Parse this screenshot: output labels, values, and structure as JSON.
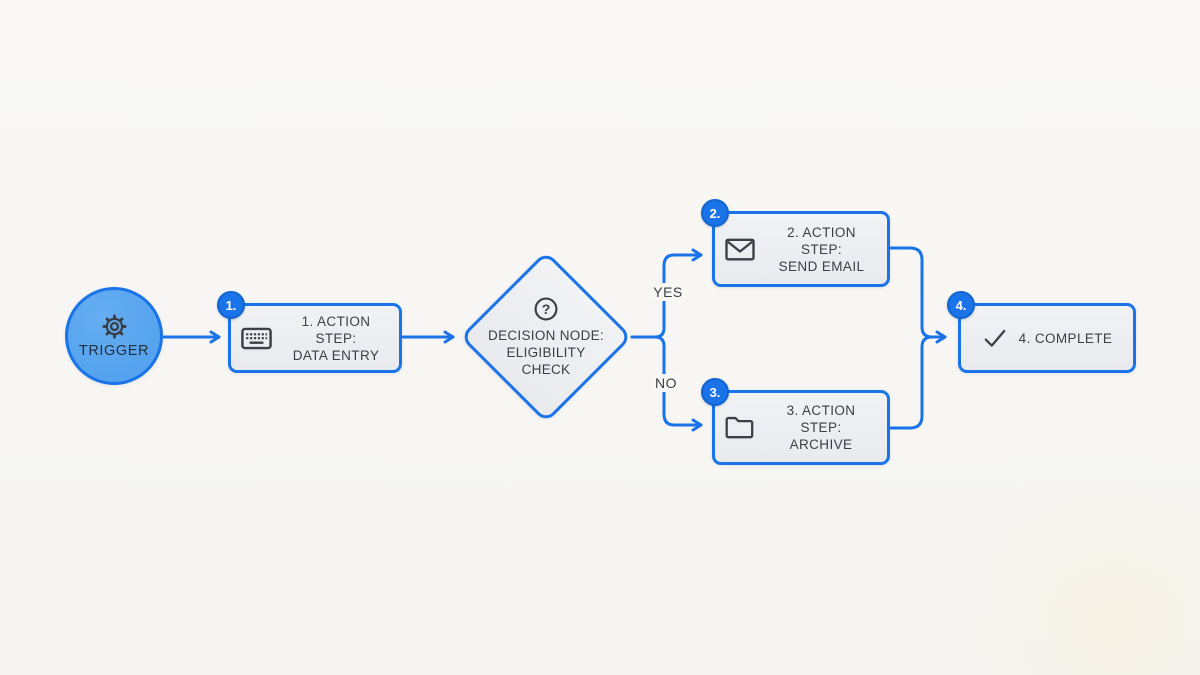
{
  "colors": {
    "accent": "#1a73e8",
    "trigger_fill": "#55a2ee",
    "node_fill": "#edeff2",
    "text": "#3a4046",
    "background": "#f8f7f4"
  },
  "nodes": {
    "trigger": {
      "label": "TRIGGER",
      "icon": "gear-icon"
    },
    "step1": {
      "badge": "1.",
      "line1": "1. ACTION STEP:",
      "line2": "DATA ENTRY",
      "icon": "keyboard-icon"
    },
    "decision": {
      "line1": "DECISION NODE:",
      "line2": "ELIGIBILITY",
      "line3": "CHECK",
      "icon": "question-icon"
    },
    "step2": {
      "badge": "2.",
      "line1": "2. ACTION STEP:",
      "line2": "SEND EMAIL",
      "icon": "envelope-icon"
    },
    "step3": {
      "badge": "3.",
      "line1": "3. ACTION STEP:",
      "line2": "ARCHIVE",
      "icon": "folder-icon"
    },
    "complete": {
      "badge": "4.",
      "label": "4. COMPLETE",
      "icon": "check-icon"
    }
  },
  "edges": {
    "yes_label": "YES",
    "no_label": "NO"
  }
}
